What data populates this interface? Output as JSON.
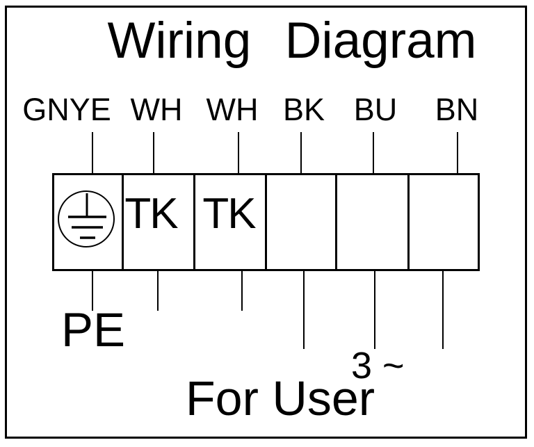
{
  "title": "Wiring Diagram",
  "colors": {
    "line": "#000000",
    "background": "#ffffff",
    "text": "#000000"
  },
  "wires": [
    {
      "label": "GNYE",
      "bottom_label": "PE"
    },
    {
      "label": "WH",
      "bottom_label": ""
    },
    {
      "label": "WH",
      "bottom_label": ""
    },
    {
      "label": "BK",
      "bottom_label": ""
    },
    {
      "label": "BU",
      "bottom_label": "3 ~"
    },
    {
      "label": "BN",
      "bottom_label": ""
    }
  ],
  "terminals": [
    {
      "content": "",
      "icon": "earth-ground-icon"
    },
    {
      "content": "TK",
      "icon": ""
    },
    {
      "content": "TK",
      "icon": ""
    },
    {
      "content": "",
      "icon": ""
    },
    {
      "content": "",
      "icon": ""
    },
    {
      "content": "",
      "icon": ""
    }
  ],
  "footer": {
    "label": "For User"
  }
}
